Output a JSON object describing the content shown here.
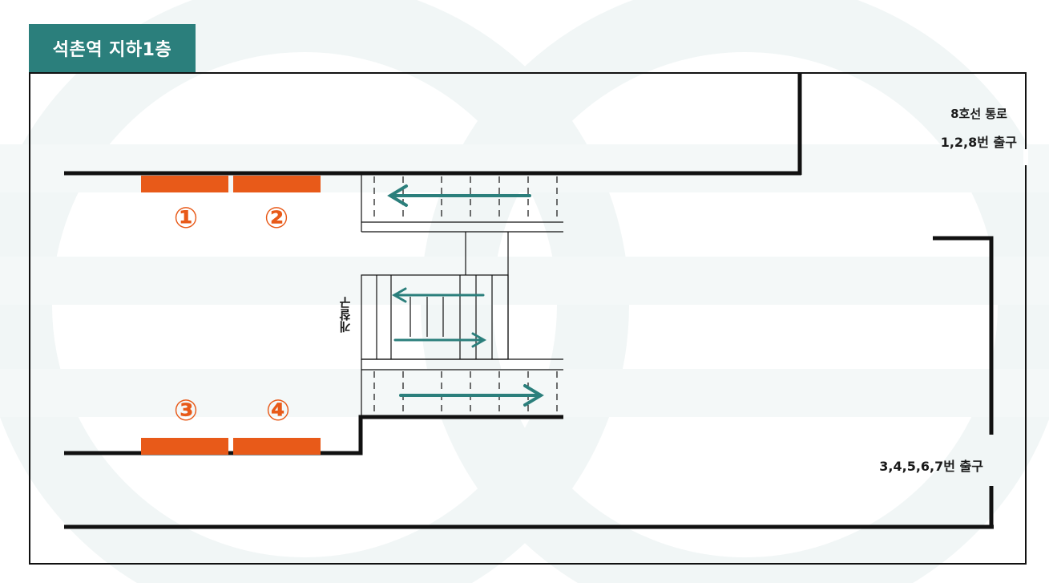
{
  "title": "석촌역 지하1층",
  "colors": {
    "accent": "#2b7f7c",
    "platform": "#e85a19",
    "wall": "#111111",
    "arrow": "#2b7f7c"
  },
  "exits": {
    "top_line1": "8호선 통로",
    "top_line2": "1,2,8번 출구",
    "bottom": "3,4,5,6,7번 출구"
  },
  "gate_label": "개찰구",
  "platforms": [
    {
      "number": "①"
    },
    {
      "number": "②"
    },
    {
      "number": "③"
    },
    {
      "number": "④"
    }
  ]
}
